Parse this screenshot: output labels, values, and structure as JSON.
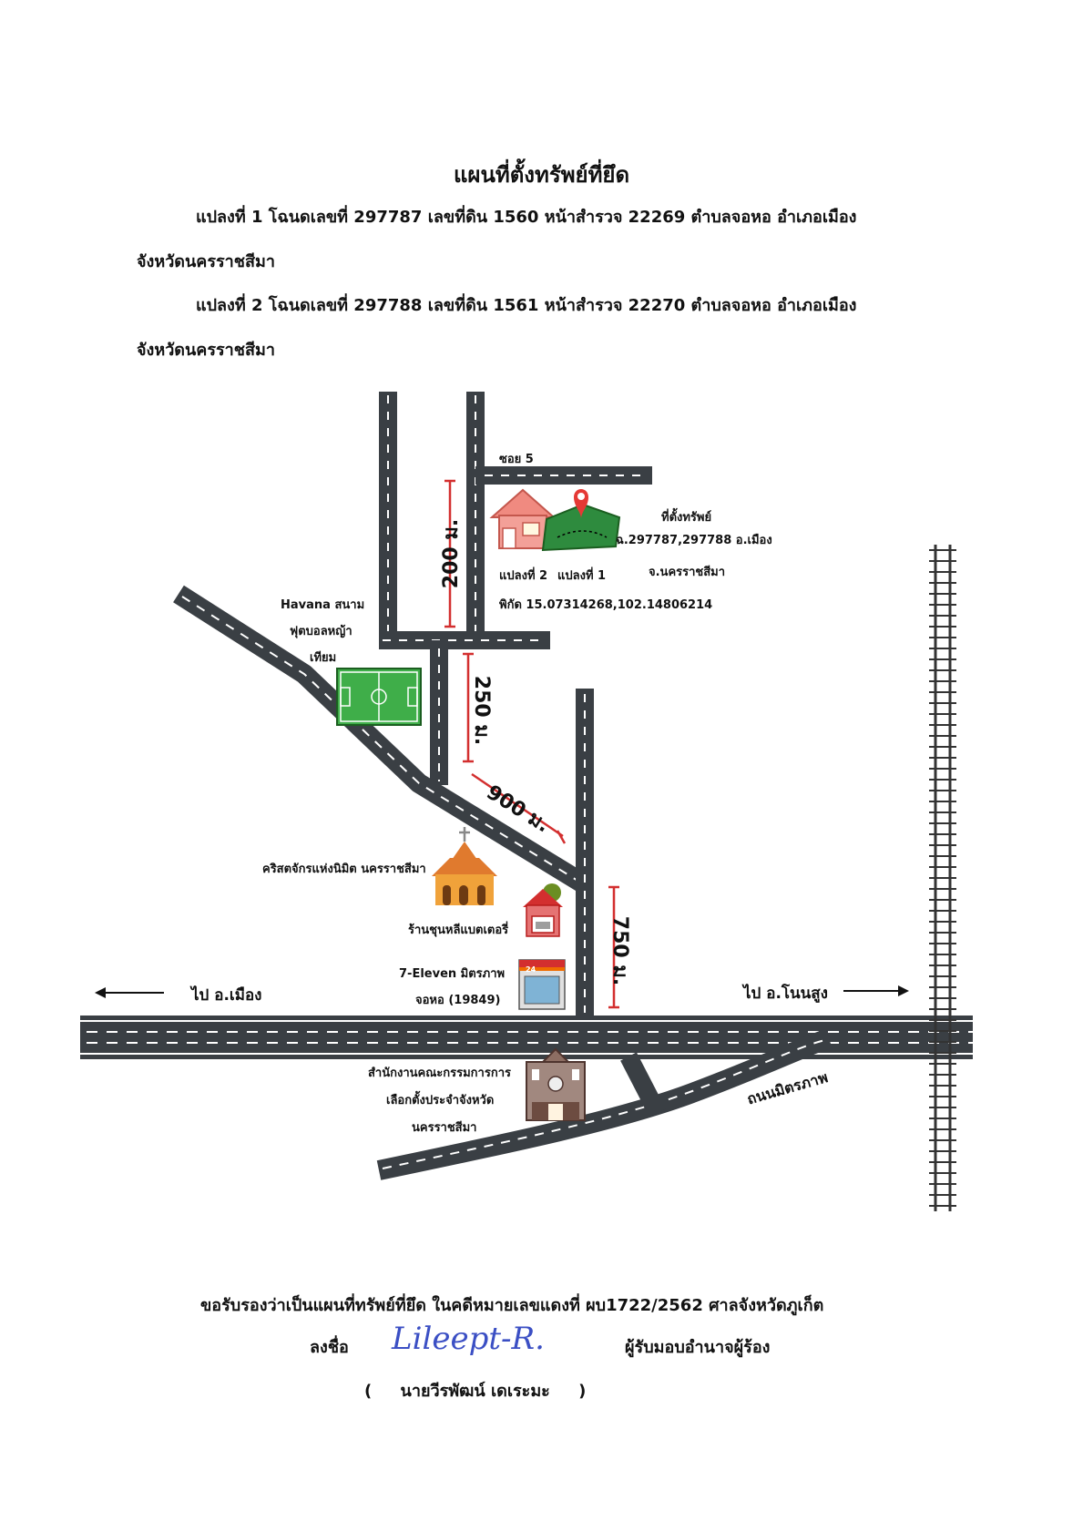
{
  "header": {
    "title": "แผนที่ตั้งทรัพย์ที่ยึด",
    "plot1_line1": "แปลงที่ 1 โฉนดเลขที่ 297787 เลขที่ดิน 1560 หน้าสำรวจ 22269 ตำบลจอหอ อำเภอเมือง",
    "plot1_line2": "จังหวัดนครราชสีมา",
    "plot2_line1": "แปลงที่ 2 โฉนดเลขที่ 297788 เลขที่ดิน 1561 หน้าสำรวจ 22270 ตำบลจอหอ อำเภอเมือง",
    "plot2_line2": "จังหวัดนครราชสีมา"
  },
  "map": {
    "soi": "ซอย 5",
    "dist_200": "200 ม.",
    "dist_250": "250 ม.",
    "dist_900": "900 ม.",
    "dist_750": "750 ม.",
    "plot_labels": {
      "plot2": "แปลงที่ 2",
      "plot1": "แปลงที่ 1"
    },
    "property": {
      "line1": "ที่ตั้งทรัพย์",
      "line2": "ฉ.297787,297788 อ.เมือง",
      "line3": "จ.นครราชสีมา",
      "coords": "พิกัด 15.07314268,102.14806214"
    },
    "stadium": {
      "line1": "Havana สนาม",
      "line2": "ฟุตบอลหญ้า",
      "line3": "เทียม"
    },
    "church": "คริสตจักรแห่งนิมิต นครราชสีมา",
    "battery_shop": "ร้านชุนหลีแบตเตอรี่",
    "seven_eleven": {
      "line1": "7-Eleven มิตรภาพ",
      "line2": "จอหอ (19849)",
      "badge": "24"
    },
    "to_muang": "ไป อ.เมือง",
    "to_non_sung": "ไป อ.โนนสูง",
    "road_mittraphap": "ถนนมิตรภาพ",
    "election_office": {
      "line1": "สำนักงานคณะกรรมการการ",
      "line2": "เลือกตั้งประจำจังหวัด",
      "line3": "นครราชสีมา"
    }
  },
  "footer": {
    "certify": "ขอรับรองว่าเป็นแผนที่ทรัพย์ที่ยึด ในคดีหมายเลขแดงที่ ผบ1722/2562 ศาลจังหวัดภูเก็ต",
    "sign_label": "ลงชื่อ",
    "signature": "Lileept-R.",
    "role": "ผู้รับมอบอำนาจผู้ร้อง",
    "name": "(     นายวีรพัฒน์ เดเระมะ     )"
  },
  "colors": {
    "road": "#3a3f44",
    "road_dash": "#ffffff",
    "marker": "#e53935",
    "field": "#3fae49",
    "house": "#f08a80",
    "church": "#f0a23a",
    "signature_ink": "#3b4fc4"
  },
  "icons": [
    "house-icon",
    "location-pin-icon",
    "football-field-icon",
    "church-icon",
    "battery-shop-icon",
    "convenience-store-icon",
    "government-building-icon",
    "railway-icon",
    "arrow-left-icon",
    "arrow-right-icon"
  ]
}
